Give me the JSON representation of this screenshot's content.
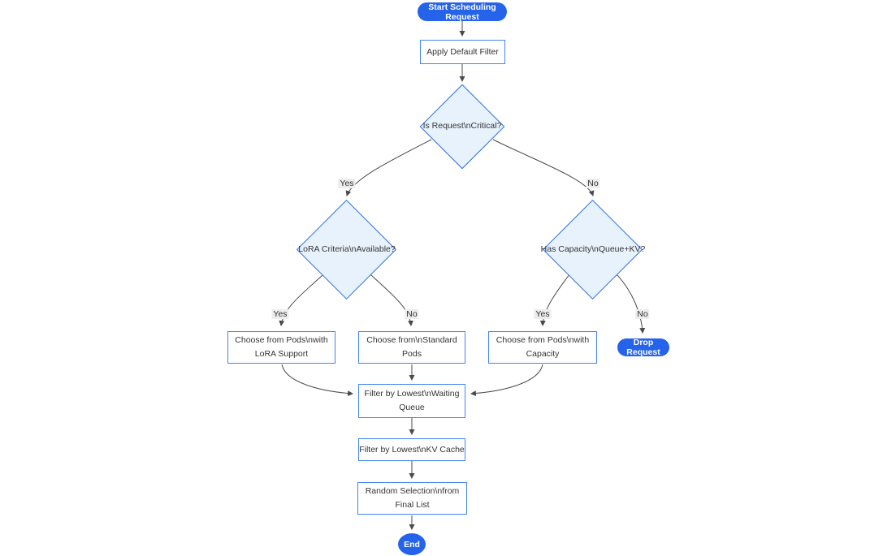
{
  "colors": {
    "accent": "#2563eb",
    "node-border": "#4285f4",
    "diamond-border": "#2f6fe0",
    "diamond-fill": "#e8f2fc",
    "edge": "#4a4a4a",
    "label-bg": "#ececec",
    "text": "#333333"
  },
  "diagram": {
    "type": "flowchart",
    "direction": "top-down",
    "nodes": {
      "start": {
        "shape": "stadium",
        "label": "Start Scheduling Request"
      },
      "apply_filter": {
        "shape": "rect",
        "lines": [
          "Apply Default Filter"
        ]
      },
      "is_critical": {
        "shape": "diamond",
        "label": "Is Request\\nCritical?"
      },
      "lora_criteria": {
        "shape": "diamond",
        "label": "LoRA Criteria\\nAvailable?"
      },
      "has_capacity": {
        "shape": "diamond",
        "label": "Has Capacity\\nQueue+KV?"
      },
      "choose_lora": {
        "shape": "rect",
        "lines": [
          "Choose from Pods\\nwith",
          "LoRA Support"
        ]
      },
      "choose_standard": {
        "shape": "rect",
        "lines": [
          "Choose from\\nStandard",
          "Pods"
        ]
      },
      "choose_capacity": {
        "shape": "rect",
        "lines": [
          "Choose from Pods\\nwith",
          "Capacity"
        ]
      },
      "drop_request": {
        "shape": "stadium",
        "label": "Drop Request"
      },
      "filter_queue": {
        "shape": "rect",
        "lines": [
          "Filter by Lowest\\nWaiting",
          "Queue"
        ]
      },
      "filter_kv": {
        "shape": "rect",
        "lines": [
          "Filter by Lowest\\nKV Cache"
        ]
      },
      "random_selection": {
        "shape": "rect",
        "lines": [
          "Random Selection\\nfrom",
          "Final List"
        ]
      },
      "end": {
        "shape": "stadium",
        "label": "End"
      }
    },
    "edges": [
      {
        "from": "start",
        "to": "apply_filter",
        "label": ""
      },
      {
        "from": "apply_filter",
        "to": "is_critical",
        "label": ""
      },
      {
        "from": "is_critical",
        "to": "lora_criteria",
        "label": "Yes"
      },
      {
        "from": "is_critical",
        "to": "has_capacity",
        "label": "No"
      },
      {
        "from": "lora_criteria",
        "to": "choose_lora",
        "label": "Yes"
      },
      {
        "from": "lora_criteria",
        "to": "choose_standard",
        "label": "No"
      },
      {
        "from": "has_capacity",
        "to": "choose_capacity",
        "label": "Yes"
      },
      {
        "from": "has_capacity",
        "to": "drop_request",
        "label": "No"
      },
      {
        "from": "choose_lora",
        "to": "filter_queue",
        "label": ""
      },
      {
        "from": "choose_standard",
        "to": "filter_queue",
        "label": ""
      },
      {
        "from": "choose_capacity",
        "to": "filter_queue",
        "label": ""
      },
      {
        "from": "filter_queue",
        "to": "filter_kv",
        "label": ""
      },
      {
        "from": "filter_kv",
        "to": "random_selection",
        "label": ""
      },
      {
        "from": "random_selection",
        "to": "end",
        "label": ""
      }
    ]
  }
}
